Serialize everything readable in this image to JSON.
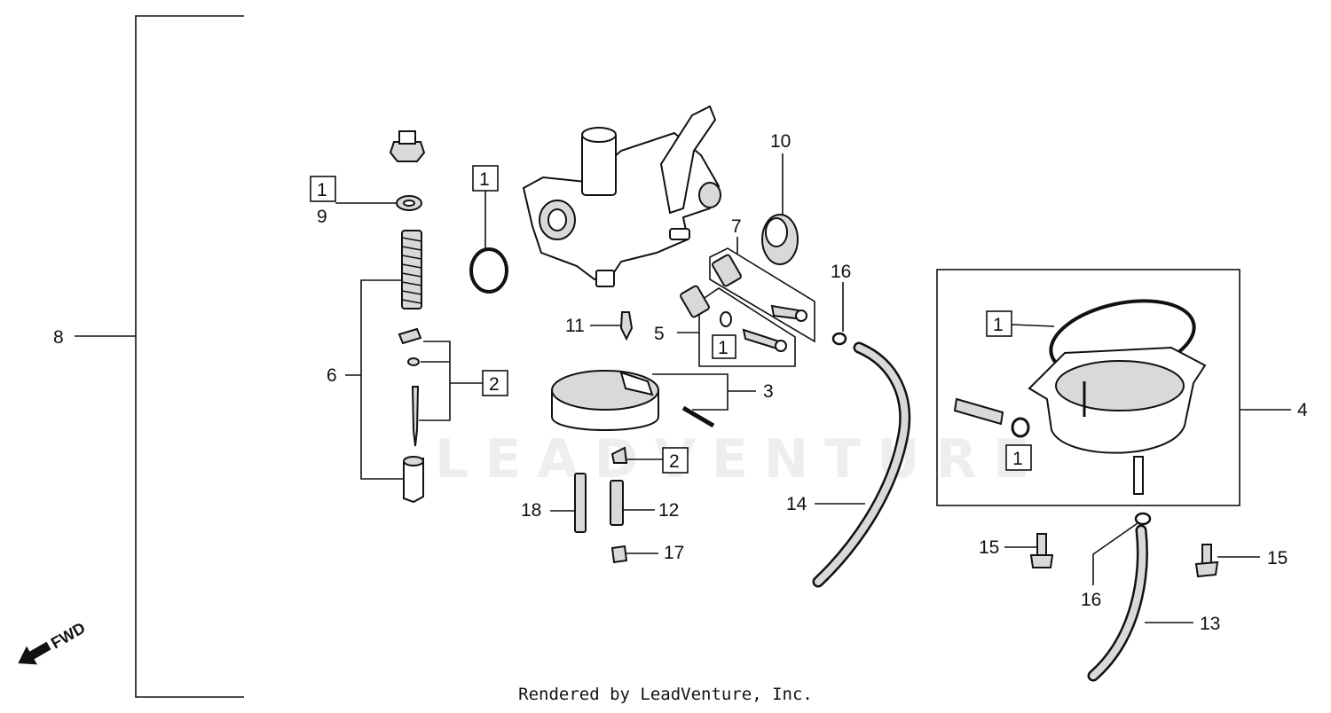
{
  "watermark": "LEADVENTURE",
  "footer": "Rendered by LeadVenture, Inc.",
  "fwd_label": "FWD",
  "callouts": {
    "c1": "1",
    "c2": "2",
    "c3": "3",
    "c4": "4",
    "c5": "5",
    "c6": "6",
    "c7": "7",
    "c8": "8",
    "c9": "9",
    "c10": "10",
    "c11": "11",
    "c12": "12",
    "c13": "13",
    "c14": "14",
    "c15": "15",
    "c16": "16",
    "c17": "17",
    "c18": "18"
  },
  "kit_refs": {
    "k1": "1",
    "k2": "2"
  }
}
